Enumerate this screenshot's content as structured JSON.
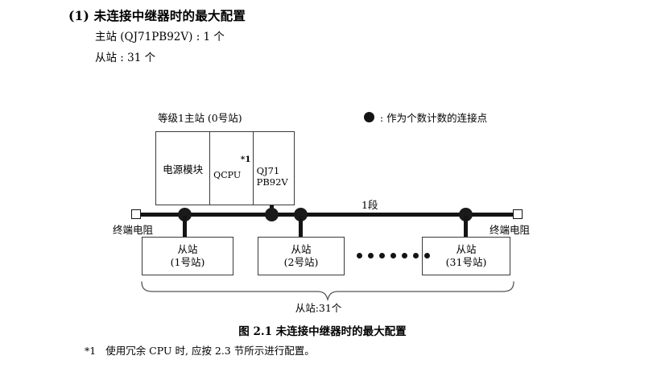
{
  "heading": {
    "title": "(1) 未连接中继器时的最大配置",
    "master_line": "主站 (QJ71PB92V) : 1 个",
    "slave_line": "从站 : 31 个"
  },
  "legend": {
    "marker": "filled-circle",
    "text": ": 作为个数计数的连接点"
  },
  "diagram": {
    "master_label": "等级1主站 (0号站)",
    "rack": {
      "power_module": "电源模块",
      "cpu_module": "QCPU",
      "cpu_footnote_marker": "*1",
      "network_module_line1": "QJ71",
      "network_module_line2": "PB92V"
    },
    "segment_label": "1段",
    "terminator_left_label": "终端电阻",
    "terminator_right_label": "终端电阻",
    "slaves": [
      {
        "name": "从站",
        "station": "(1号站)"
      },
      {
        "name": "从站",
        "station": "(2号站)"
      },
      {
        "name": "从站",
        "station": "(31号站)"
      }
    ],
    "ellipsis_dot_count": 7,
    "brace_caption": "从站:31个"
  },
  "figure": {
    "caption": "图 2.1  未连接中继器时的最大配置"
  },
  "footnote": {
    "marker": "*1",
    "text": "使用冗余 CPU 时, 应按 2.3 节所示进行配置。"
  },
  "colors": {
    "ink": "#141414",
    "box_border": "#3a3a3a",
    "background": "#ffffff"
  }
}
